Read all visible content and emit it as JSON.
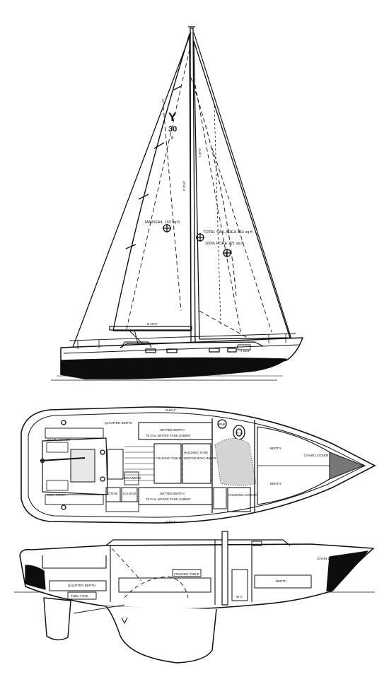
{
  "sail_plan": {
    "logo_mark": "Y",
    "logo_number": "30",
    "logo_suffix": "B",
    "mainsail_label": "MAINSAIL 193 sq ft",
    "total_sail_area_label": "TOTAL SAIL AREA 464 sq ft",
    "fore_label": "100% FORE 271 sq ft",
    "p_label": "P 31'6\"",
    "i_label": "I 37'0\"",
    "e_label": "E 10'3\"",
    "j_label": "J 12'3\""
  },
  "accommodation_plan": {
    "shelf_top": "SHELF",
    "shelf_bottom": "SHELF",
    "quarter_berth": "QUARTER BERTH",
    "gear_locker": "GEAR LOCKER",
    "sail_hatch": "SAIL HATCH",
    "settee_berth_top": "SETTEE BERTH",
    "water_tank_top": "75 GAL WATER TANK UNDER",
    "folding_table": "FOLDING TABLE",
    "holding_tank": "HOLDING TANK",
    "motor_box_under": "MOTOR BOX UNDER",
    "sink": "SINK",
    "wc": "W C",
    "berth_top": "BERTH",
    "chain_locker": "CHAIN LOCKER",
    "berth_bottom": "BERTH",
    "settee_berth_bottom": "SETTEE BERTH",
    "water_tank_bottom": "75 GAL WATER TANK UNDER",
    "drawers": "DRAWERS",
    "ice_box": "ICE BOX",
    "stove": "STOVE",
    "hanging_locker": "HANGING LOCKER"
  },
  "profile": {
    "chain_locker": "CHAIN LOCKER",
    "quarter_berth": "QUARTER BERTH",
    "fuel_tank": "FUEL TANK",
    "folding_table": "FOLDING TABLE",
    "berth": "BERTH",
    "wc": "W C"
  }
}
